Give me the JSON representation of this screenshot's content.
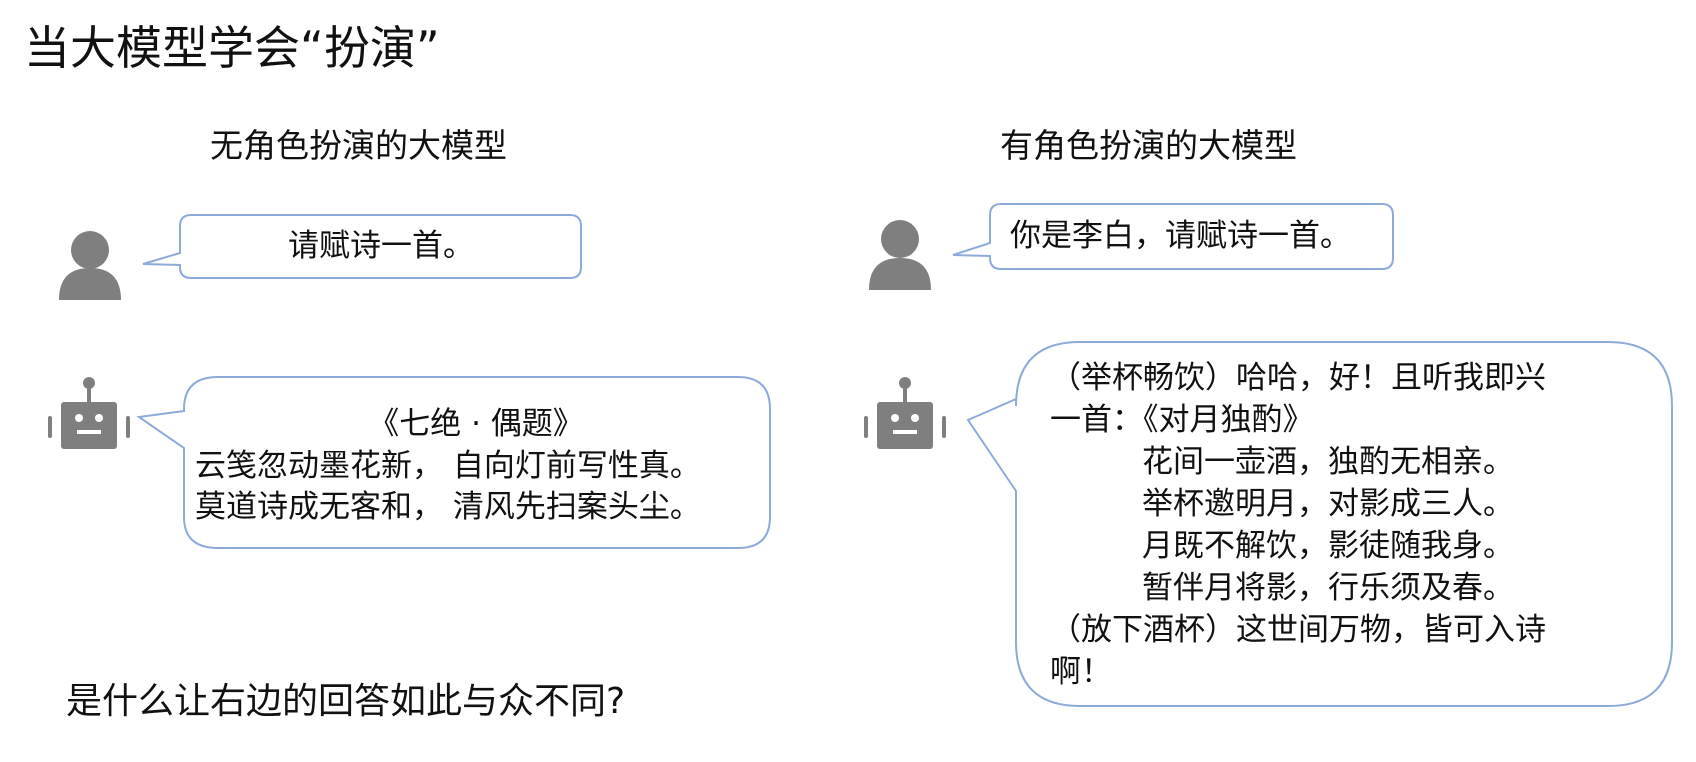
{
  "title": "当大模型学会“扮演”",
  "left": {
    "heading": "无角色扮演的大模型",
    "user_message": "请赋诗一首。",
    "bot_reply": {
      "poem_title": "《七绝 · 偶题》",
      "line1": " 云笺忽动墨花新，  自向灯前写性真。",
      "line2": "莫道诗成无客和，  清风先扫案头尘。"
    }
  },
  "right": {
    "heading": "有角色扮演的大模型",
    "user_message": "你是李白，请赋诗一首。",
    "bot_reply": {
      "intro1": "（举杯畅饮）哈哈，好！且听我即兴",
      "intro2": "一首：《对月独酌》",
      "line1": "花间一壶酒，独酌无相亲。",
      "line2": "举杯邀明月，对影成三人。",
      "line3": "月既不解饮，影徒随我身。",
      "line4": "暂伴月将影，行乐须及春。",
      "outro1": "（放下酒杯）这世间万物，皆可入诗",
      "outro2": "啊！"
    }
  },
  "question": "是什么让右边的回答如此与众不同?",
  "icons": {
    "user": "user-avatar-icon",
    "bot": "robot-icon"
  },
  "colors": {
    "bubble_border": "#8eaadb",
    "icon_fill": "#7f7f7f",
    "text": "#111111"
  }
}
